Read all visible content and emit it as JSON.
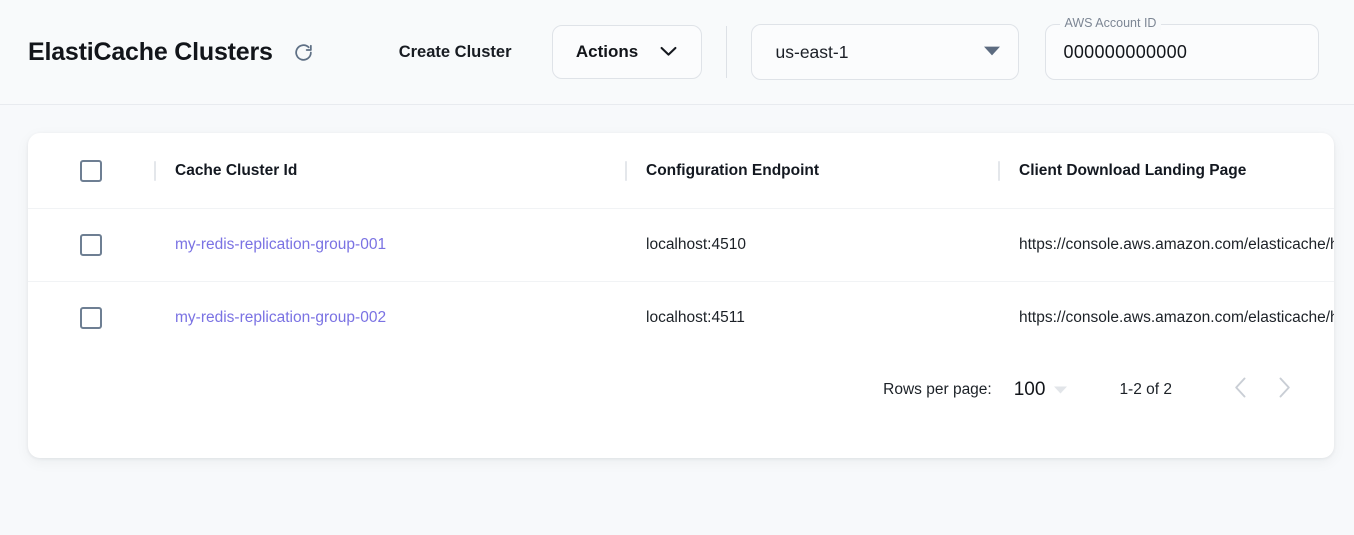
{
  "header": {
    "title": "ElastiCache Clusters",
    "refresh_icon": "refresh-icon",
    "create_cluster_label": "Create Cluster",
    "actions_label": "Actions",
    "actions_chevron_icon": "chevron-down-icon",
    "region": {
      "value": "us-east-1",
      "dropdown_icon": "caret-down-icon"
    },
    "aws_account": {
      "label": "AWS Account ID",
      "value": "000000000000"
    }
  },
  "table": {
    "columns": [
      "Cache Cluster Id",
      "Configuration Endpoint",
      "Client Download Landing Page"
    ],
    "rows": [
      {
        "cluster_id": "my-redis-replication-group-001",
        "endpoint": "localhost:4510",
        "landing_page": "https://console.aws.amazon.com/elasticache/h"
      },
      {
        "cluster_id": "my-redis-replication-group-002",
        "endpoint": "localhost:4511",
        "landing_page": "https://console.aws.amazon.com/elasticache/h"
      }
    ]
  },
  "pagination": {
    "rows_per_page_label": "Rows per page:",
    "rows_per_page_value": "100",
    "rows_per_page_icon": "caret-down-icon",
    "range_label": "1-2 of 2",
    "prev_icon": "chevron-left-icon",
    "next_icon": "chevron-right-icon"
  },
  "colors": {
    "link": "#7a72e3",
    "page_background": "#f7f9fb",
    "card_background": "#ffffff",
    "checkbox_border": "#6e7f93"
  }
}
